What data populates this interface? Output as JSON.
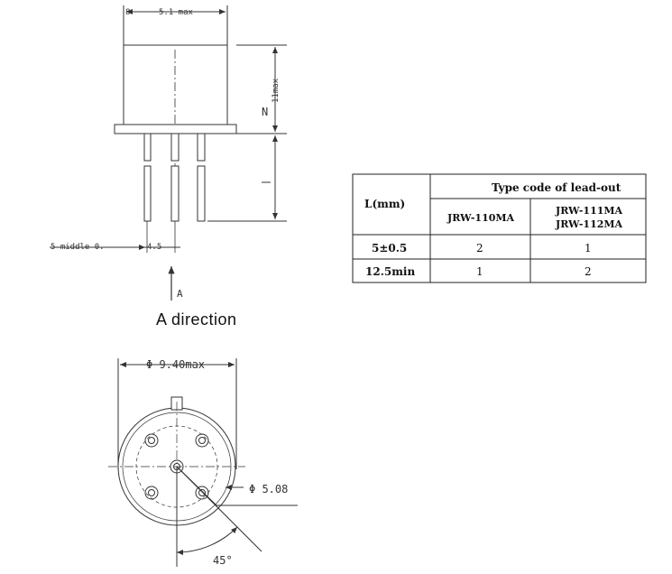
{
  "side_view": {
    "width_dim": "5.1 max",
    "width_dim_prefix": "8",
    "height_dim": "11max",
    "n_label": "N",
    "pin_dim_left": "5-middle 0.",
    "pin_dim_right": "4.5",
    "arrow_label": "A"
  },
  "caption": "A direction",
  "bottom_view": {
    "diameter_dim": "Φ 9.40max",
    "pin_circle_dim": "Φ 5.08",
    "angle_dim": "45°"
  },
  "table": {
    "col_header_l": "L(mm)",
    "group_header": "Type code of lead-out",
    "sub_header_1": "JRW-110MA",
    "sub_header_2_line1": "JRW-111MA",
    "sub_header_2_line2": "JRW-112MA",
    "rows": [
      {
        "l": "5±0.5",
        "v1": "2",
        "v2": "1"
      },
      {
        "l": "12.5min",
        "v1": "1",
        "v2": "2"
      }
    ]
  }
}
